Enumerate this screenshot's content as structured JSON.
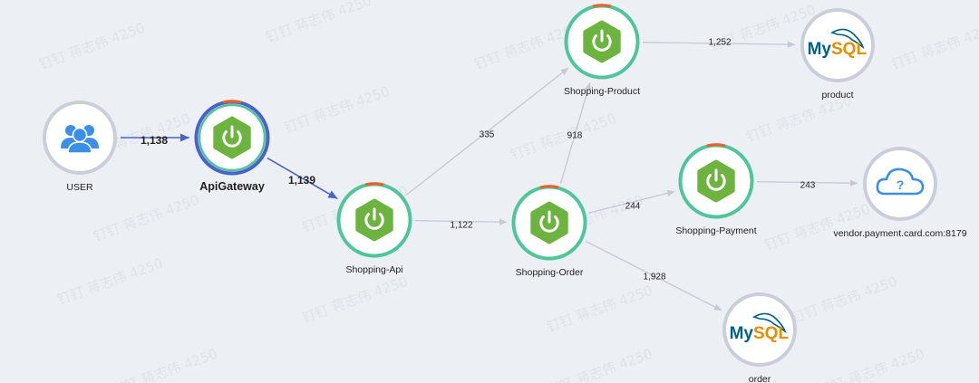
{
  "colors": {
    "background": "#eceff4",
    "ring": "#4fc59a",
    "ring_active": "#4b62c9",
    "spring_green": "#6db33f",
    "edge": "#c4c9d2",
    "edge_active": "#4b62c9",
    "user_blue": "#3b8fe8",
    "mysql_blue": "#00618a",
    "mysql_orange": "#e48e00",
    "cloud_blue": "#3b8fe8"
  },
  "watermark": "钉钉 蒋志伟 4250",
  "nodes": [
    {
      "id": "user",
      "label": "USER",
      "icon": "users-icon",
      "bold": false
    },
    {
      "id": "gateway",
      "label": "ApiGateway",
      "icon": "spring-power-icon",
      "bold": true
    },
    {
      "id": "api",
      "label": "Shopping-Api",
      "icon": "spring-power-icon",
      "bold": false
    },
    {
      "id": "order",
      "label": "Shopping-Order",
      "icon": "spring-power-icon",
      "bold": false
    },
    {
      "id": "productsvc",
      "label": "Shopping-Product",
      "icon": "spring-power-icon",
      "bold": false
    },
    {
      "id": "payment",
      "label": "Shopping-Payment",
      "icon": "spring-power-icon",
      "bold": false
    },
    {
      "id": "mysql_product",
      "label": "product",
      "icon": "mysql-icon",
      "bold": false
    },
    {
      "id": "mysql_order",
      "label": "order",
      "icon": "mysql-icon",
      "bold": false
    },
    {
      "id": "vendor",
      "label": "vendor.payment.card.com:8179",
      "icon": "cloud-question-icon",
      "bold": false
    }
  ],
  "edges": [
    {
      "from": "user",
      "to": "gateway",
      "label": "1,138",
      "active": true
    },
    {
      "from": "gateway",
      "to": "api",
      "label": "1,139",
      "active": true
    },
    {
      "from": "api",
      "to": "order",
      "label": "1,122",
      "active": false
    },
    {
      "from": "api",
      "to": "productsvc",
      "label": "335",
      "active": false
    },
    {
      "from": "order",
      "to": "productsvc",
      "label": "918",
      "active": false
    },
    {
      "from": "order",
      "to": "payment",
      "label": "244",
      "active": false
    },
    {
      "from": "order",
      "to": "mysql_order",
      "label": "1,928",
      "active": false
    },
    {
      "from": "productsvc",
      "to": "mysql_product",
      "label": "1,252",
      "active": false
    },
    {
      "from": "payment",
      "to": "vendor",
      "label": "243",
      "active": false
    }
  ]
}
